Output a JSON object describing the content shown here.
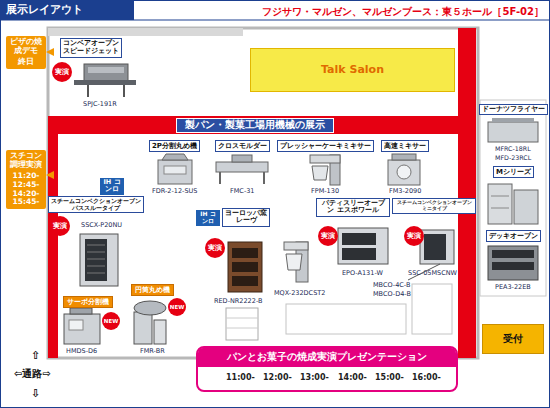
{
  "diagram": {
    "title": "展示レイアウト",
    "caption": "フジサワ・マルゼン、マルゼンブース：東５ホール［5F-02］",
    "nodes": [
      {
        "text": [
          "ピザの焼成デモ",
          "終日"
        ]
      },
      {
        "text": [
          "コンベアオーブン スピードジェット"
        ]
      },
      {
        "text": [
          "実演"
        ]
      },
      {
        "text": [
          "Talk Salon"
        ]
      },
      {
        "text": [
          "製パン・製菓工場用機械の展示"
        ]
      },
      {
        "text": [
          "ドーナツフライヤー"
        ]
      },
      {
        "text": [
          "2P分割丸め機"
        ]
      },
      {
        "text": [
          "クロスモルダー"
        ]
      },
      {
        "text": [
          "プレッシャーケーキミキサー"
        ]
      },
      {
        "text": [
          "高速ミキサー"
        ]
      },
      {
        "text": [
          "スチコン調理実演",
          "11:20- 12:45- 14:20- 15:45-"
        ]
      },
      {
        "text": [
          "IH コンロ"
        ]
      },
      {
        "text": [
          "Mシリーズ"
        ]
      },
      {
        "text": [
          "スチームコンベクションオーブン パススルータイプ"
        ]
      },
      {
        "text": [
          "実演"
        ]
      },
      {
        "text": [
          "ヨーロッパ窯 レーヴ"
        ]
      },
      {
        "text": [
          "IH コンロ"
        ]
      },
      {
        "text": [
          "実演"
        ]
      },
      {
        "text": [
          "パティスリーオーブン エスポワール"
        ]
      },
      {
        "text": [
          "実演"
        ]
      },
      {
        "text": [
          "スチームコンベクションオーブン ミニタイプ"
        ]
      },
      {
        "text": [
          "実演"
        ]
      },
      {
        "text": [
          "デッキオーブン"
        ]
      },
      {
        "text": [
          "円筒丸め機"
        ]
      },
      {
        "text": [
          "NEW"
        ]
      },
      {
        "text": [
          "サーボ分割機"
        ]
      },
      {
        "text": [
          "NEW"
        ]
      },
      {
        "text": [
          "受付"
        ]
      },
      {
        "text": [
          "パンとお菓子の焼成実演プレゼンテーション"
        ]
      }
    ],
    "labels": [
      "SPJC-191R",
      "MFRC-18RL",
      "MFD-23RCL",
      "FDR-2-12-SUS",
      "FMC-31",
      "FPM-130",
      "FM3-2090",
      "SSCX-P20NU",
      "RED-NR2222-B",
      "MQX-232DCST2",
      "EPO-A131-W",
      "SSC-05MSCNW",
      "MBCO-4C-B",
      "MBCO-D4-B",
      "PEA3-22EB",
      "HMDS-D6",
      "FMR-BR",
      "⇧",
      "⇦通路⇨",
      "⇩",
      "11:00-",
      "12:00-",
      "13:00-",
      "14:00-",
      "15:00-",
      "16:00-"
    ]
  }
}
